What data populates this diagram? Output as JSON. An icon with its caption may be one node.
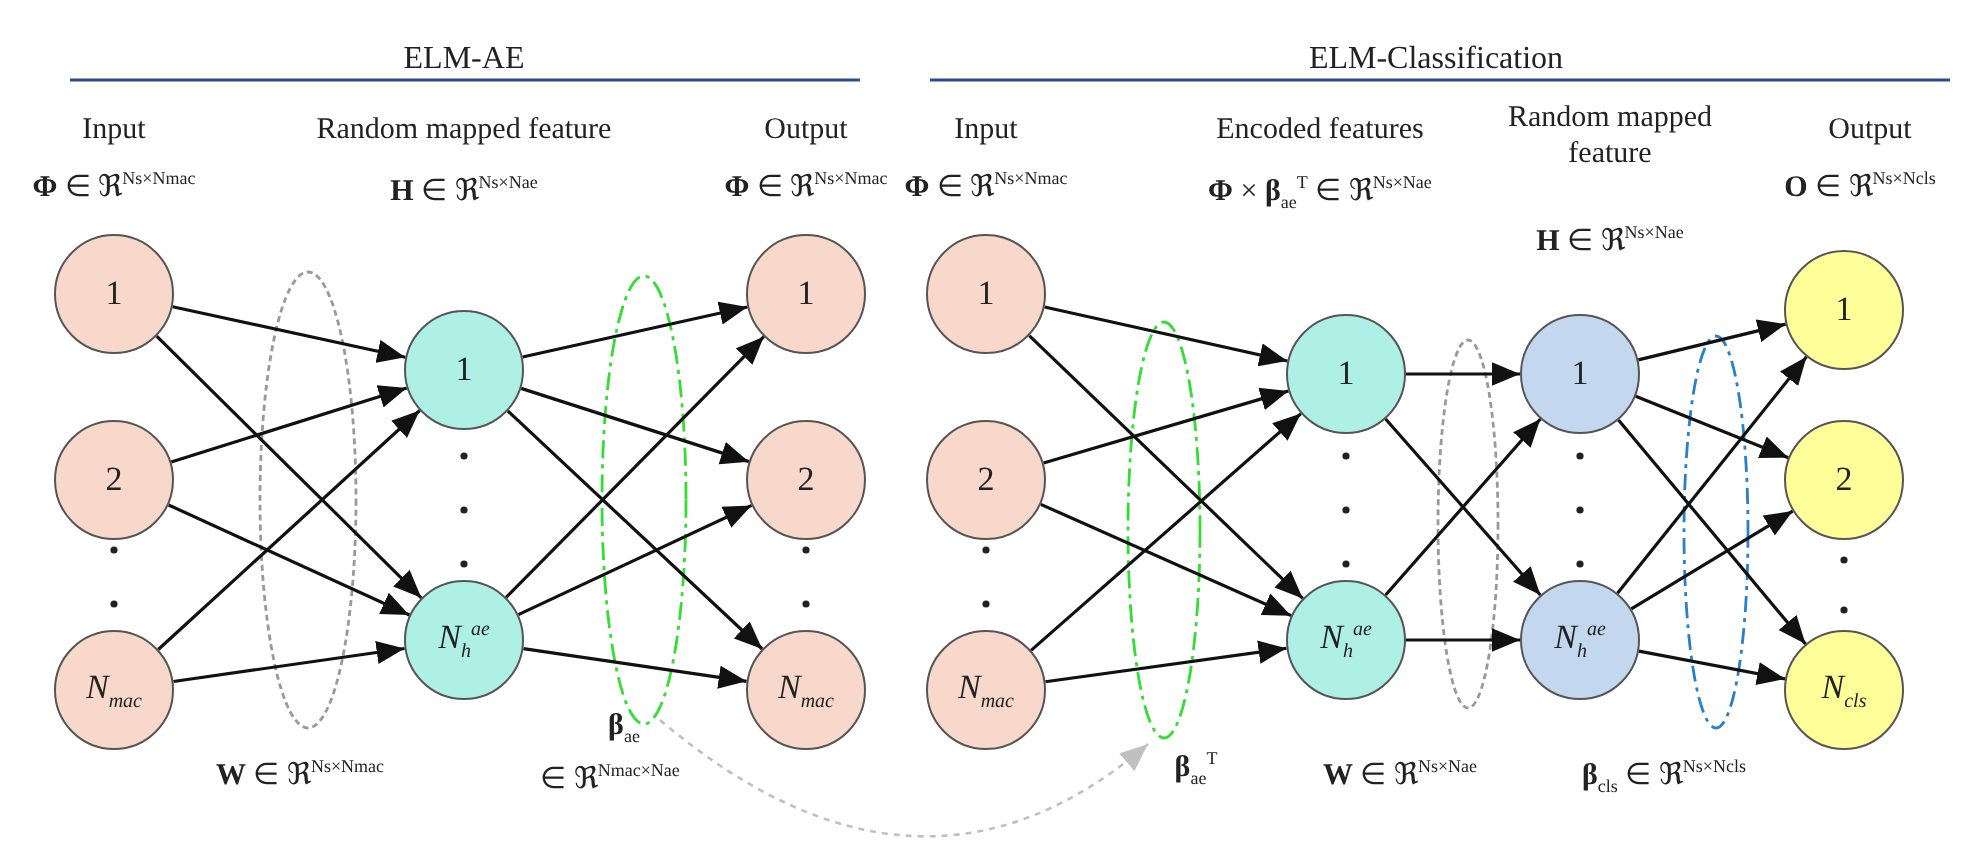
{
  "diagram": {
    "nodes": [
      {
        "text": [
          "1"
        ]
      },
      {
        "text": [
          "2"
        ]
      },
      {
        "text": [
          "N$_{mac}$"
        ]
      },
      {
        "text": [
          "1"
        ]
      },
      {
        "text": [
          "N$_{h}$$^{ae}$"
        ]
      },
      {
        "text": [
          "1"
        ]
      },
      {
        "text": [
          "2"
        ]
      },
      {
        "text": [
          "N$_{mac}$"
        ]
      },
      {
        "text": [
          "1"
        ]
      },
      {
        "text": [
          "2"
        ]
      },
      {
        "text": [
          "N$_{mac}$"
        ]
      },
      {
        "text": [
          "1"
        ]
      },
      {
        "text": [
          "N$_{h}$$^{ae}$"
        ]
      },
      {
        "text": [
          "1"
        ]
      },
      {
        "text": [
          "N$_{h}$$^{ae}$"
        ]
      },
      {
        "text": [
          "1"
        ]
      },
      {
        "text": [
          "2"
        ]
      },
      {
        "text": [
          "N$_{cls}$"
        ]
      }
    ],
    "edges": [
      {
        "from": 0,
        "to": 3,
        "arrow": "to"
      },
      {
        "from": 0,
        "to": 4,
        "arrow": "to"
      },
      {
        "from": 1,
        "to": 3,
        "arrow": "to"
      },
      {
        "from": 1,
        "to": 4,
        "arrow": "to"
      },
      {
        "from": 2,
        "to": 3,
        "arrow": "to"
      },
      {
        "from": 2,
        "to": 4,
        "arrow": "to"
      },
      {
        "from": 3,
        "to": 5,
        "arrow": "to"
      },
      {
        "from": 3,
        "to": 6,
        "arrow": "to"
      },
      {
        "from": 3,
        "to": 7,
        "arrow": "to"
      },
      {
        "from": 4,
        "to": 5,
        "arrow": "to"
      },
      {
        "from": 4,
        "to": 6,
        "arrow": "to"
      },
      {
        "from": 4,
        "to": 7,
        "arrow": "to"
      },
      {
        "from": 8,
        "to": 11,
        "arrow": "to"
      },
      {
        "from": 8,
        "to": 12,
        "arrow": "to"
      },
      {
        "from": 9,
        "to": 11,
        "arrow": "to"
      },
      {
        "from": 9,
        "to": 12,
        "arrow": "to"
      },
      {
        "from": 10,
        "to": 11,
        "arrow": "to"
      },
      {
        "from": 10,
        "to": 12,
        "arrow": "to"
      },
      {
        "from": 11,
        "to": 13,
        "arrow": "to"
      },
      {
        "from": 11,
        "to": 14,
        "arrow": "to"
      },
      {
        "from": 12,
        "to": 13,
        "arrow": "to"
      },
      {
        "from": 12,
        "to": 14,
        "arrow": "to"
      },
      {
        "from": 13,
        "to": 15,
        "arrow": "to"
      },
      {
        "from": 13,
        "to": 16,
        "arrow": "to"
      },
      {
        "from": 13,
        "to": 17,
        "arrow": "to"
      },
      {
        "from": 14,
        "to": 15,
        "arrow": "to"
      },
      {
        "from": 14,
        "to": 16,
        "arrow": "to"
      },
      {
        "from": 14,
        "to": 17,
        "arrow": "to"
      }
    ],
    "labels": [
      "ELM-AE",
      "ELM-Classification",
      "Input",
      "**Φ** ∈ ℜ$^{Ns×Nmac}$",
      "Random mapped feature",
      "**H** ∈ ℜ$^{Ns×Nae}$",
      "Output",
      "**Φ** ∈ ℜ$^{Ns×Nmac}$",
      "Input",
      "**Φ** ∈ ℜ$^{Ns×Nmac}$",
      "Encoded features",
      "**Φ** × **β**$_{ae}$$^{T}$ ∈ ℜ$^{Ns×Nae}$",
      "Random mapped feature",
      "**H** ∈ ℜ$^{Ns×Nae}$",
      "Output",
      "**O** ∈ ℜ$^{Ns×Ncls}$",
      "**W** ∈ ℜ$^{Ns×Nmac}$",
      "**β**$_{ae}$",
      "∈ ℜ$^{Nmac×Nae}$",
      "**β**$_{ae}$$^{T}$",
      "**W** ∈ ℜ$^{Ns×Nae}$",
      "**β**$_{cls}$ ∈ ℜ$^{Ns×Ncls}$"
    ]
  }
}
